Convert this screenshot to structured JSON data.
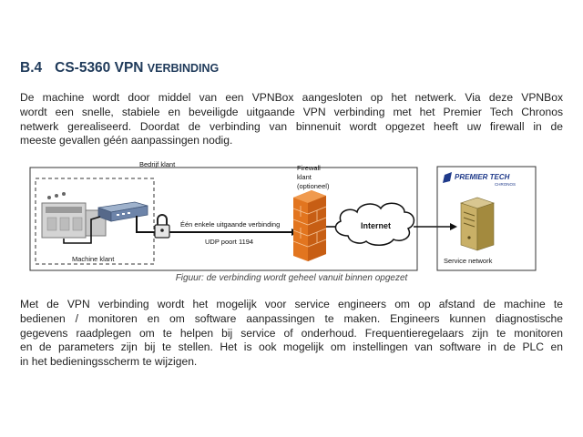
{
  "heading": {
    "number": "B.4",
    "title_main": "CS-5360 VPN",
    "title_caps": "VERBINDING"
  },
  "paragraph1": [
    "De machine wordt door middel van een VPNBox aangesloten op het netwerk. Via deze VPNBox",
    "wordt een snelle, stabiele en beveiligde uitgaande VPN verbinding met het Premier Tech Chronos",
    "netwerk gerealiseerd. Doordat de verbinding van binnenuit wordt opgezet heeft uw firewall in de",
    "meeste gevallen géén aanpassingen nodig."
  ],
  "diagram": {
    "company_label": "Bedrijf klant",
    "machine_label": "Machine klant",
    "connection_label": "Één enkele uitgaande verbinding",
    "port_label": "UDP poort 1194",
    "firewall_label": [
      "Firewall",
      "klant",
      "(optioneel)"
    ],
    "internet_label": "Internet",
    "brand_name": "PREMIER TECH",
    "brand_sub": "CHRONOS",
    "service_label": "Service network"
  },
  "caption": "Figuur: de verbinding wordt geheel vanuit binnen opgezet",
  "paragraph2": [
    "Met de VPN verbinding wordt het mogelijk voor service engineers om op afstand de machine te",
    "bedienen / monitoren en om software aanpassingen te maken. Engineers kunnen diagnostische",
    "gegevens raadplegen om te helpen bij service of onderhoud. Frequentieregelaars zijn te monitoren",
    "en de parameters zijn bij te stellen. Het is ook mogelijk om instellingen van software in de PLC en",
    "in het bedieningsscherm te wijzigen."
  ],
  "colors": {
    "heading": "#1f3a5a",
    "firewall": "#e2751f",
    "server": "#b59a50",
    "vpnbox": "#6d84a9"
  }
}
